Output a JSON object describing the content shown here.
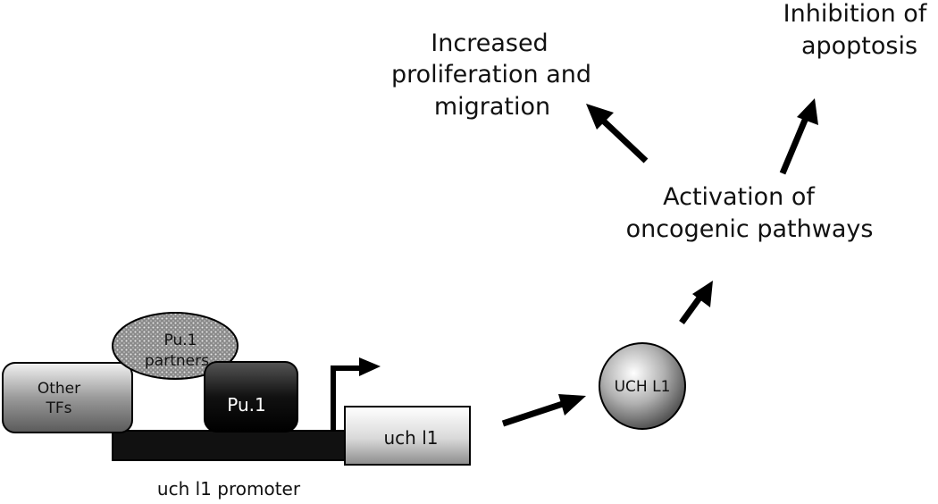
{
  "diagram": {
    "outcomes": {
      "proliferation": [
        "Increased",
        "proliferation and",
        "migration"
      ],
      "apoptosis": [
        "Inhibition of",
        "apoptosis"
      ],
      "activation": [
        "Activation of",
        "oncogenic pathways"
      ]
    },
    "nodes": {
      "other_tfs": [
        "Other",
        "TFs"
      ],
      "pu1_partners": [
        "Pu.1",
        "partners"
      ],
      "pu1": "Pu.1",
      "gene": "uch  l1",
      "protein": "UCH L1",
      "promoter": "uch l1 promoter"
    },
    "colors": {
      "ink": "#111111",
      "box_fill_light": "#d6d6d6",
      "box_fill_dark": "#1a1a1a",
      "background": "#ffffff"
    }
  }
}
